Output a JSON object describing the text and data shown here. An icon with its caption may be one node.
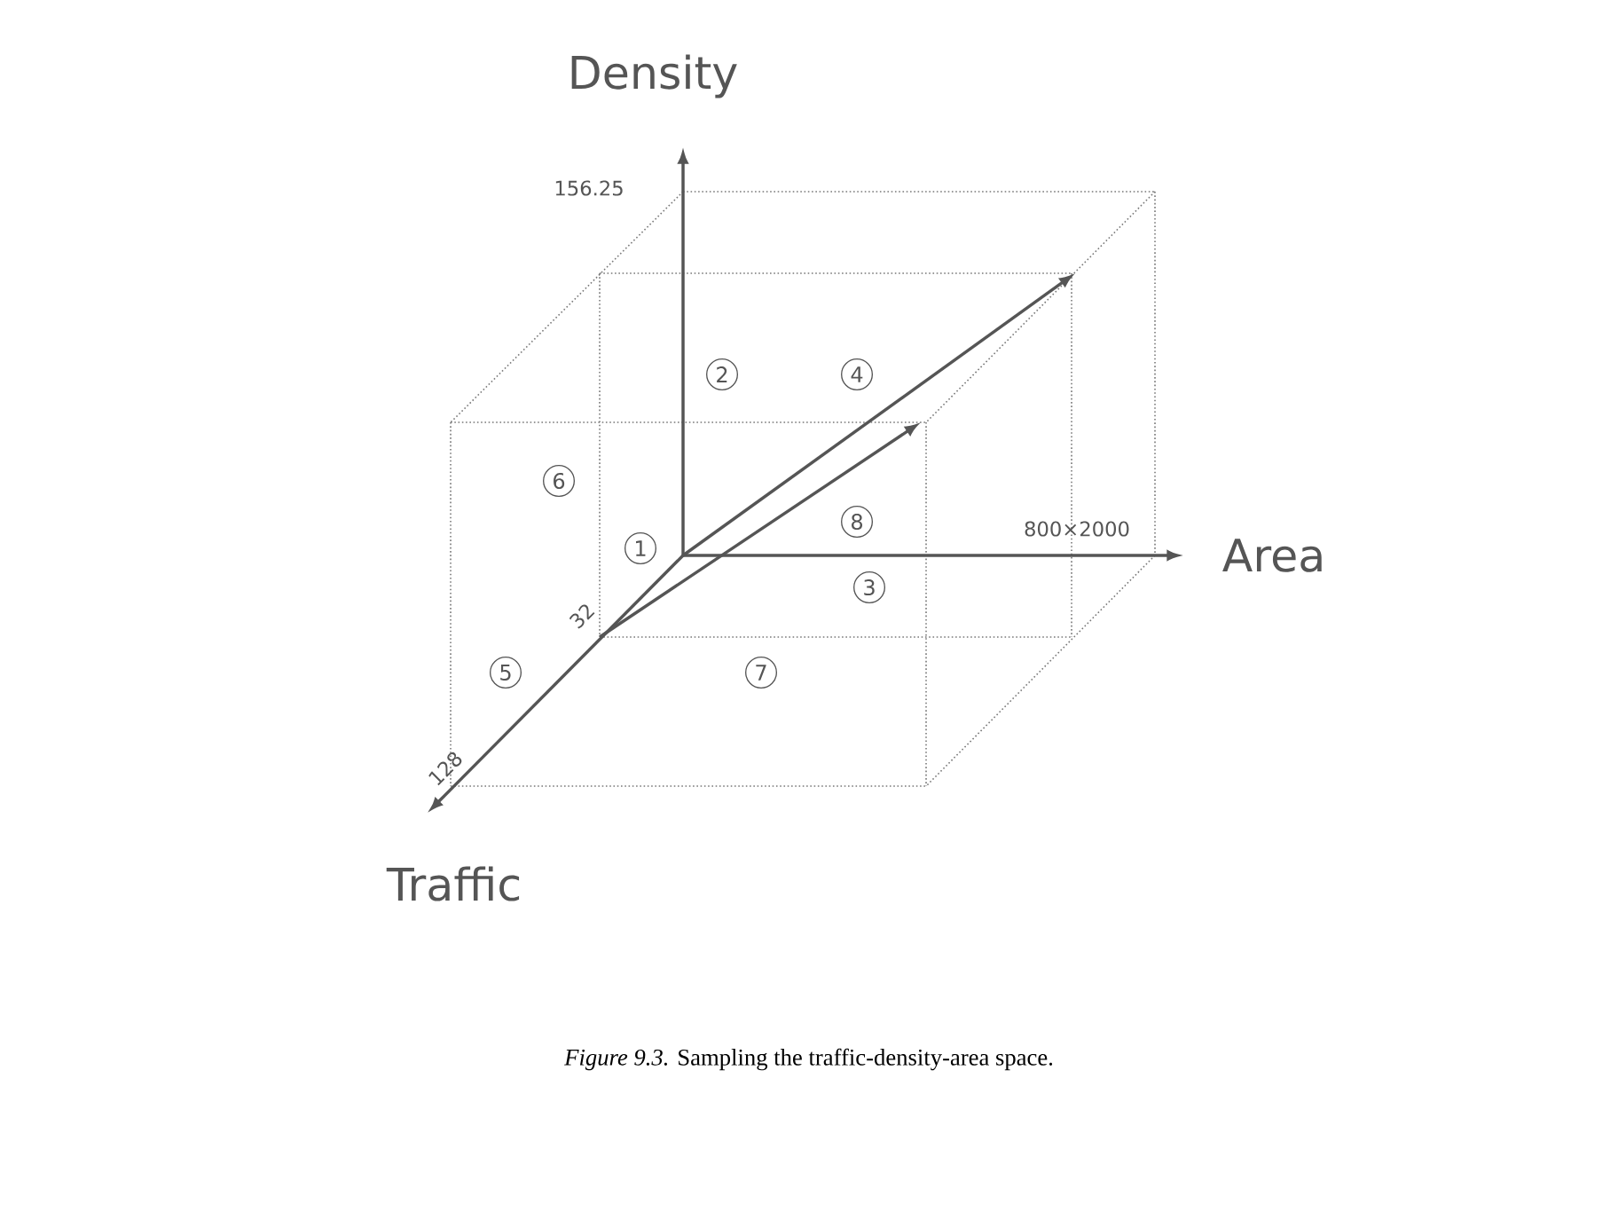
{
  "diagram": {
    "caption": "*Figure 9.3.* Sampling the traffic-density-area space.",
    "labels": [
      "Density",
      "156.25",
      "2",
      "4",
      "6",
      "1",
      "8",
      "800×2000",
      "Area",
      "3",
      "32",
      "5",
      "7",
      "128",
      "Traffic"
    ]
  }
}
